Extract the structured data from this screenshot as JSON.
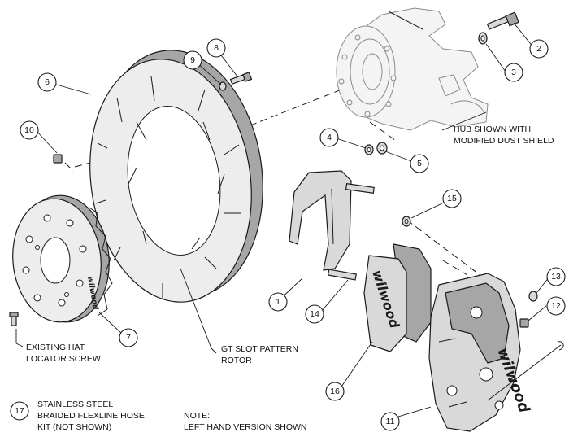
{
  "callouts": {
    "c1": "1",
    "c2": "2",
    "c3": "3",
    "c4": "4",
    "c5": "5",
    "c6": "6",
    "c7": "7",
    "c8": "8",
    "c9": "9",
    "c10": "10",
    "c11": "11",
    "c12": "12",
    "c13": "13",
    "c14": "14",
    "c15": "15",
    "c16": "16",
    "c17": "17"
  },
  "notes": {
    "hub_line1": "HUB SHOWN WITH",
    "hub_line2": "MODIFIED DUST SHIELD",
    "hat_line1": "EXISTING HAT",
    "hat_line2": "LOCATOR SCREW",
    "rotor_line1": "GT SLOT PATTERN",
    "rotor_line2": "ROTOR",
    "hose_line1": "STAINLESS STEEL",
    "hose_line2": "BRAIDED FLEXLINE HOSE",
    "hose_line3": "KIT (NOT SHOWN)",
    "version_line1": "NOTE:",
    "version_line2": "LEFT HAND VERSION SHOWN"
  },
  "branding": {
    "pad_logo": "wilwood",
    "caliper_logo": "wilwood",
    "hat_logo": "wilwood"
  }
}
